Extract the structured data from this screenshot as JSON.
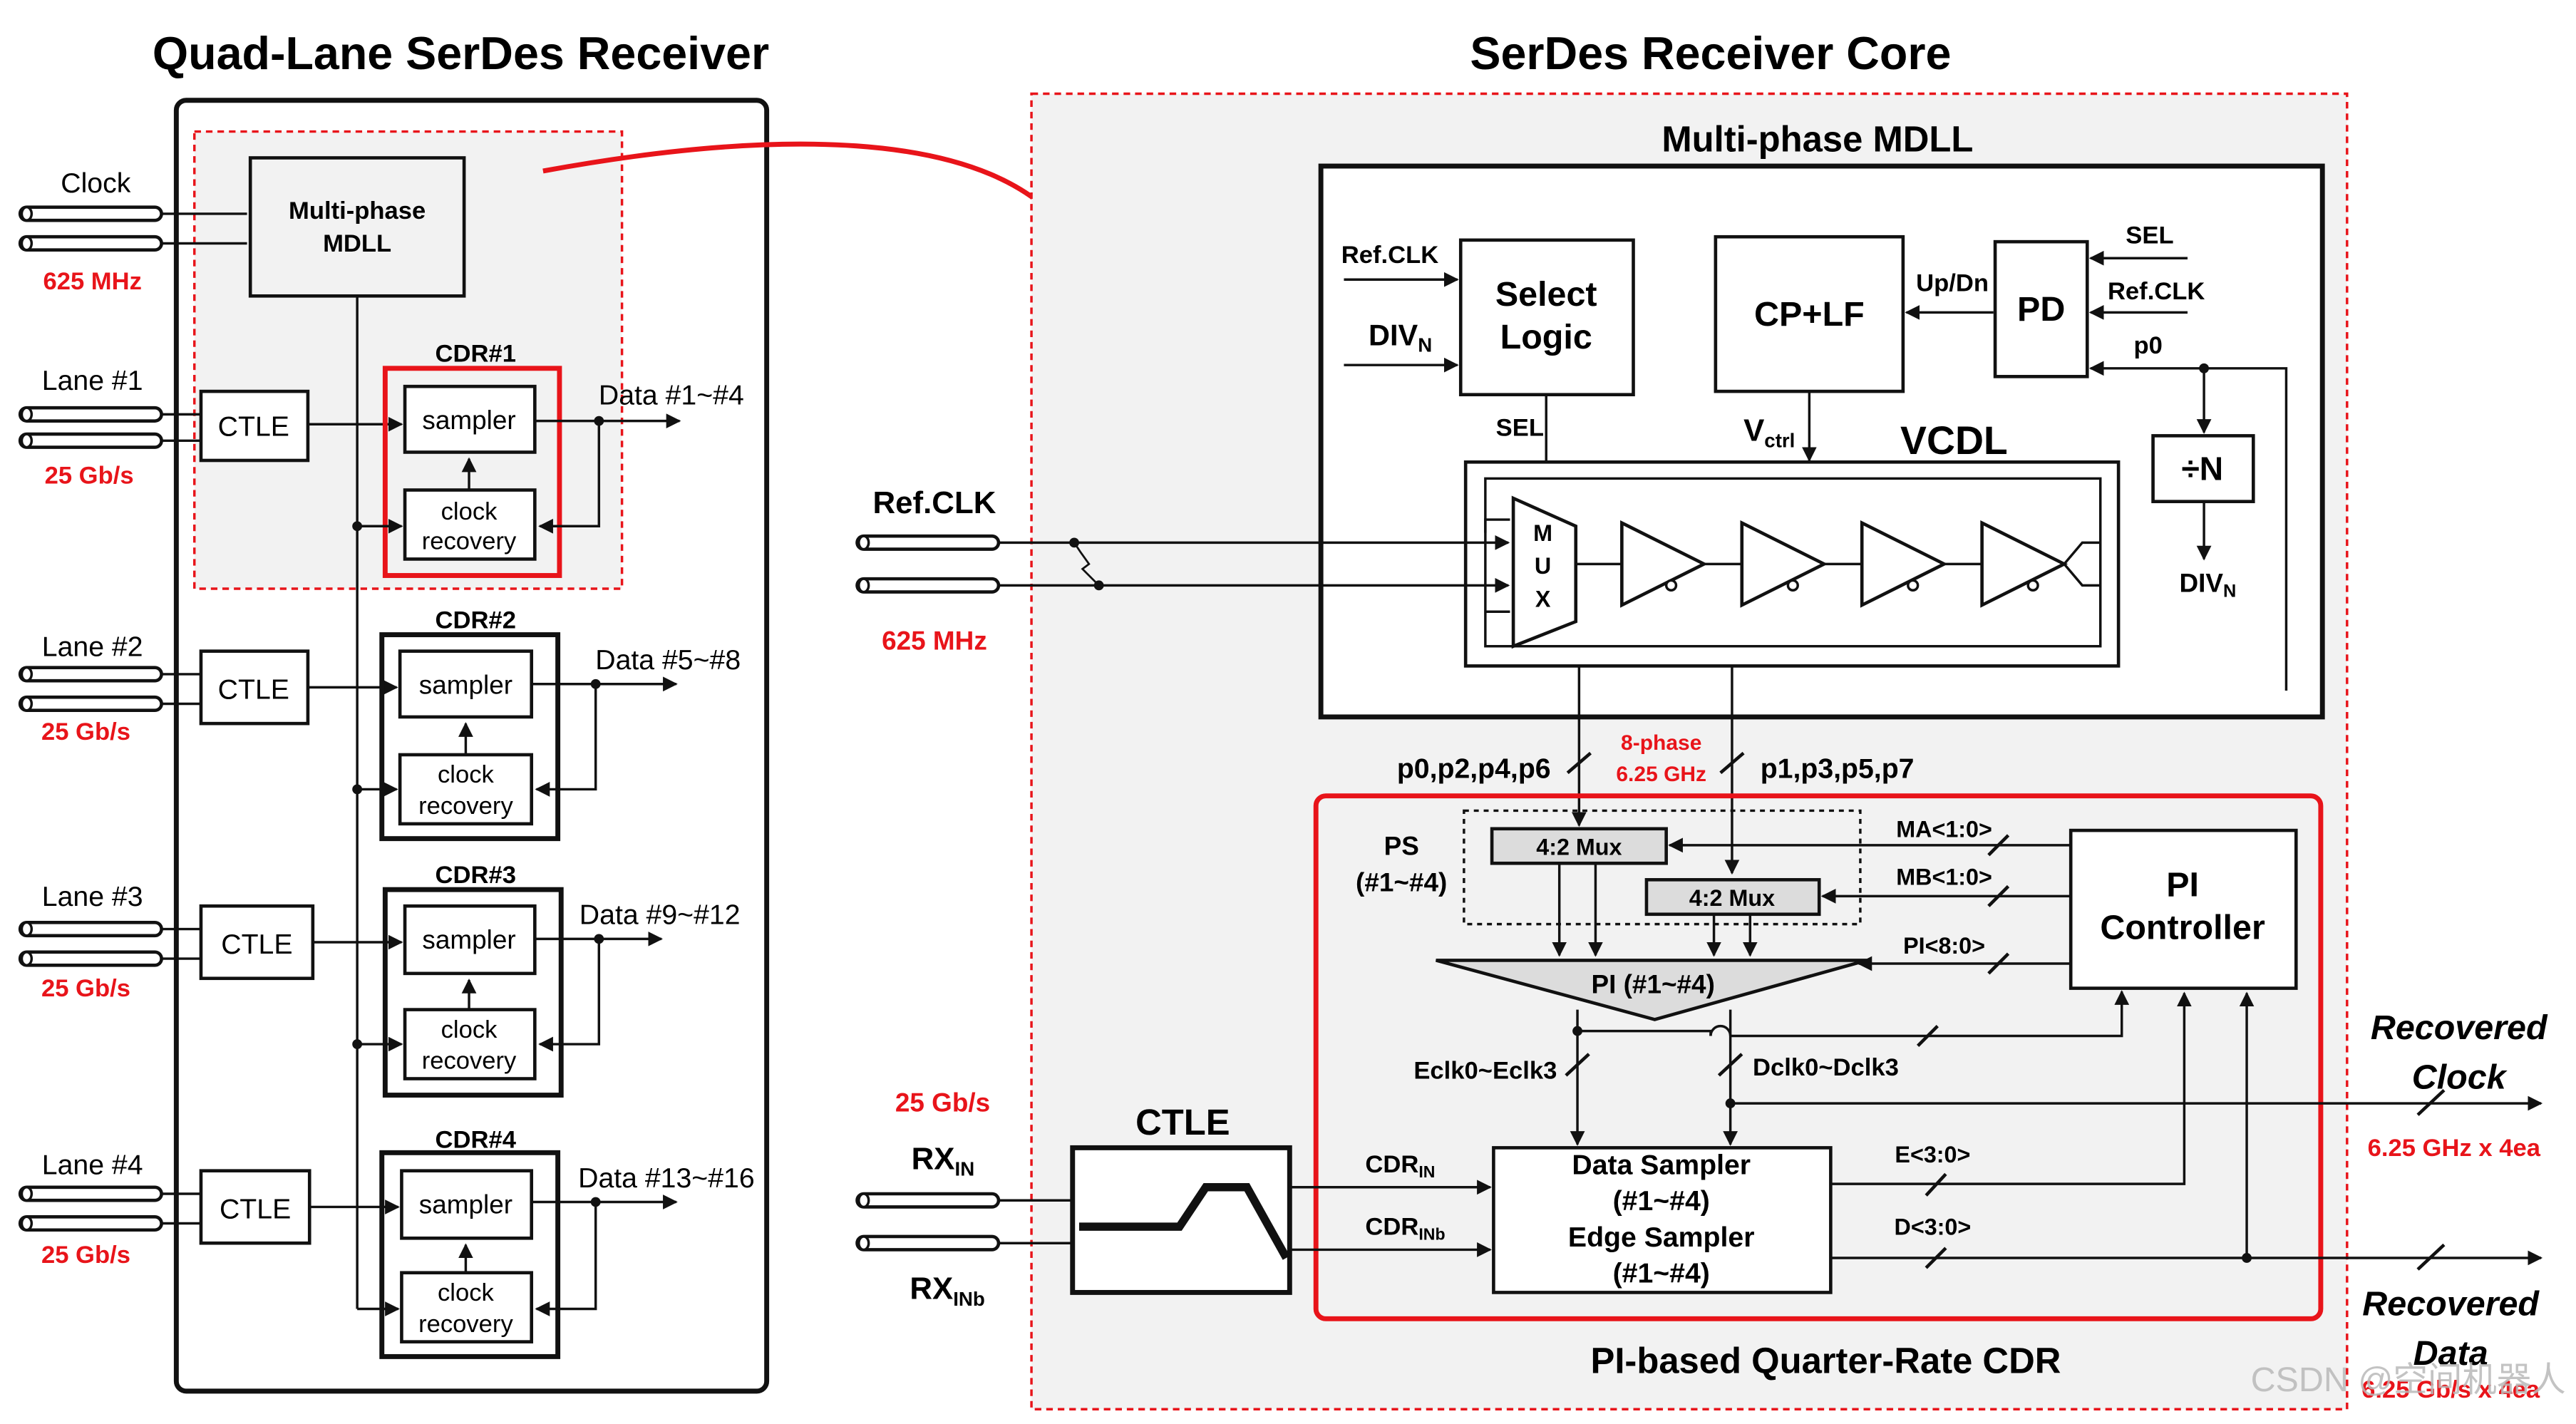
{
  "colors": {
    "accent_red": "#e8141a",
    "panel_gray": "#f2f2f2",
    "ink": "#111111",
    "block_gray": "#dcdcdc"
  },
  "left": {
    "title": "Quad-Lane SerDes Receiver",
    "clock_label": "Clock",
    "clock_freq": "625 MHz",
    "mdll_line1": "Multi-phase",
    "mdll_line2": "MDLL",
    "lanes": [
      {
        "lane": "Lane #1",
        "rate": "25 Gb/s",
        "ctle": "CTLE",
        "cdr": "CDR#1",
        "sampler": "sampler",
        "cr1": "clock",
        "cr2": "recovery",
        "data": "Data #1~#4"
      },
      {
        "lane": "Lane #2",
        "rate": "25 Gb/s",
        "ctle": "CTLE",
        "cdr": "CDR#2",
        "sampler": "sampler",
        "cr1": "clock",
        "cr2": "recovery",
        "data": "Data #5~#8"
      },
      {
        "lane": "Lane #3",
        "rate": "25 Gb/s",
        "ctle": "CTLE",
        "cdr": "CDR#3",
        "sampler": "sampler",
        "cr1": "clock",
        "cr2": "recovery",
        "data": "Data #9~#12"
      },
      {
        "lane": "Lane #4",
        "rate": "25 Gb/s",
        "ctle": "CTLE",
        "cdr": "CDR#4",
        "sampler": "sampler",
        "cr1": "clock",
        "cr2": "recovery",
        "data": "Data #13~#16"
      }
    ]
  },
  "right": {
    "title": "SerDes Receiver Core",
    "mdll_title": "Multi-phase MDLL",
    "refclk_in": "Ref.CLK",
    "div_in": "DIV",
    "div_sub": "N",
    "select_l1": "Select",
    "select_l2": "Logic",
    "sel_label": "SEL",
    "cplf": "CP+LF",
    "vctrl": "V",
    "vctrl_sub": "ctrl",
    "updn": "Up/Dn",
    "pd": "PD",
    "pd_sel": "SEL",
    "pd_refclk": "Ref.CLK",
    "pd_p0": "p0",
    "divn_box": "÷N",
    "divn_out": "DIV",
    "divn_out_sub": "N",
    "vcdl": "VCDL",
    "mux": [
      "M",
      "U",
      "X"
    ],
    "ext_refclk": "Ref.CLK",
    "ext_freq": "625 MHz",
    "even_phases": "p0,p2,p4,p6",
    "odd_phases": "p1,p3,p5,p7",
    "phase_note1": "8-phase",
    "phase_note2": "6.25 GHz",
    "ps_label1": "PS",
    "ps_label2": "(#1~#4)",
    "mux42_a": "4:2 Mux",
    "mux42_b": "4:2 Mux",
    "ma": "MA<1:0>",
    "mb": "MB<1:0>",
    "pi_bus": "PI<8:0>",
    "pi": "PI (#1~#4)",
    "pi_ctrl1": "PI",
    "pi_ctrl2": "Controller",
    "eclk": "Eclk0~Eclk3",
    "dclk": "Dclk0~Dclk3",
    "rx_rate": "25 Gb/s",
    "rxin": "RX",
    "rxin_sub": "IN",
    "rxinb": "RX",
    "rxinb_sub": "INb",
    "ctle": "CTLE",
    "cdrin": "CDR",
    "cdrin_sub": "IN",
    "cdrinb": "CDR",
    "cdrinb_sub": "INb",
    "ds1": "Data Sampler",
    "ds2": "(#1~#4)",
    "es1": "Edge Sampler",
    "es2": "(#1~#4)",
    "e_bus": "E<3:0>",
    "d_bus": "D<3:0>",
    "rec_clk1": "Recovered",
    "rec_clk2": "Clock",
    "rec_clk_note": "6.25 GHz x 4ea",
    "rec_data1": "Recovered",
    "rec_data2": "Data",
    "rec_data_note": "6.25 Gb/s x 4ea",
    "cdr_title": "PI-based Quarter-Rate CDR"
  },
  "watermark": "CSDN @空间机器人"
}
